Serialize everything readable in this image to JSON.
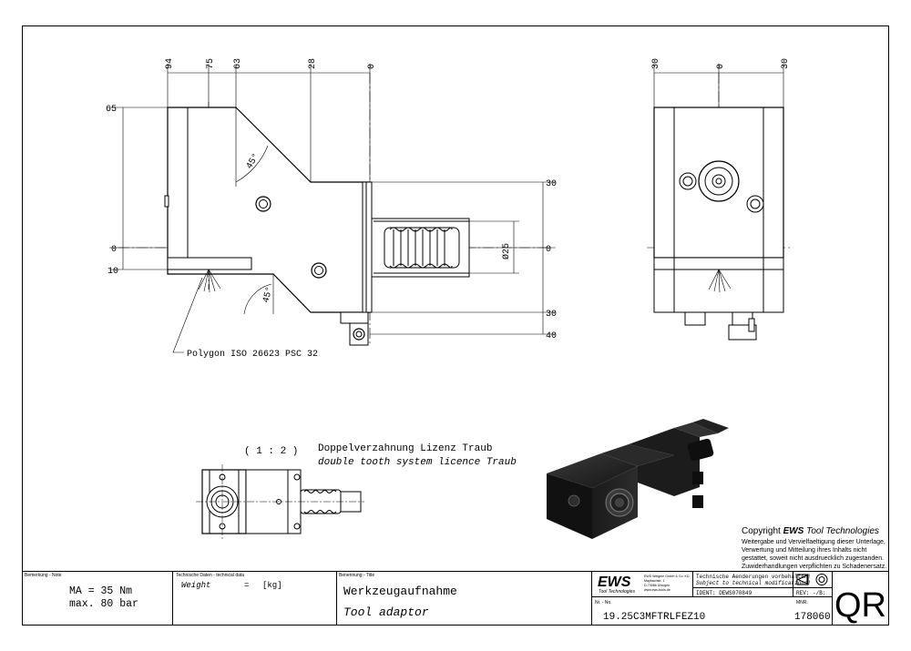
{
  "dimensions": {
    "top_left": [
      "94",
      "75",
      "63",
      "28",
      "0"
    ],
    "top_right": [
      "30",
      "0",
      "30"
    ],
    "left": [
      "65",
      "0",
      "10"
    ],
    "right": [
      "30",
      "0",
      "30",
      "40"
    ],
    "diameter": "Ø25",
    "angle": "45°"
  },
  "annotations": {
    "polygon": "Polygon ISO 26623 PSC 32",
    "scale": "( 1 : 2 )",
    "tooth_de": "Doppelverzahnung Lizenz Traub",
    "tooth_en": "double tooth system licence Traub"
  },
  "copyright": {
    "prefix": "Copyright ",
    "brand": "EWS",
    "suffix": " Tool Technologies",
    "lines": [
      "Weitergabe und Vervielfaeltigung dieser Unterlage,",
      "Verwertung und Mitteilung ihres Inhalts nicht",
      "gestattet, soweit nicht ausdruecklich zugestanden.",
      "Zuwiderhandlungen verpflichten zu Schadenersatz."
    ]
  },
  "title_block": {
    "remark_label": "Bemerkung - Note",
    "remark_lines": [
      "MA = 35 Nm",
      "max. 80 bar"
    ],
    "tech_label": "Technische Daten - technical data",
    "weight_label": "Weight",
    "weight_eq": "=",
    "weight_unit": "[kg]",
    "name_label": "Benennung - Title",
    "name_de": "Werkzeugaufnahme",
    "name_en": "Tool adaptor",
    "logo": "EWS",
    "logo_sub": "Tool Technologies",
    "company_lines": [
      "EWS Weigele GmbH & Co. KG",
      "Maybachstr. 1",
      "D-73066 Uhingen",
      "www.ews-tools.de"
    ],
    "notice_de": "Technische Aenderungen vorbehalten!",
    "notice_en": "Subject to technical modifications!",
    "ident": "IDENT: DEWS070849",
    "rev": "REV:  -/B:",
    "nr_label": "Nr. - No.",
    "part_no": "19.25C3MFTRLFEZ10",
    "mnr_label": "MNR:",
    "mnr": "178060",
    "qr": "QR"
  }
}
